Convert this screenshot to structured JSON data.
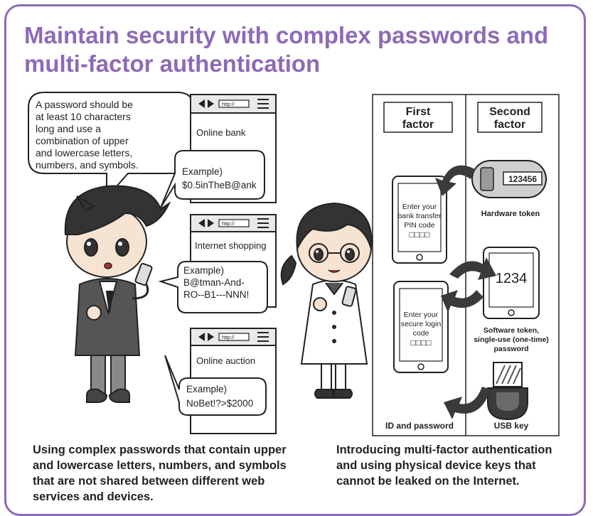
{
  "title_lines": [
    "Maintain security with complex passwords and",
    "multi-factor authentication"
  ],
  "speech": {
    "lines": [
      "A password should be",
      "at least 10 characters",
      "long and use a",
      "combination of upper",
      "and lowercase letters,",
      "numbers, and symbols."
    ]
  },
  "browser_url": "http://",
  "sites": [
    {
      "name": "Online bank",
      "example_label": "Example)",
      "example_lines": [
        "$0.5inTheB@ank"
      ]
    },
    {
      "name": "Internet shopping",
      "example_label": "Example)",
      "example_lines": [
        "B@tman-And-",
        "RO--B1---NNN!"
      ]
    },
    {
      "name": "Online auction",
      "example_label": "Example)",
      "example_lines": [
        "NoBet!?>$2000"
      ]
    }
  ],
  "factors": {
    "first_header": [
      "First",
      "factor"
    ],
    "second_header": [
      "Second",
      "factor"
    ],
    "phone1_lines": [
      "Enter your",
      "bank transfer",
      "PIN code"
    ],
    "phone2_lines": [
      "Enter your",
      "secure login",
      "code"
    ],
    "pin_boxes": "□□□□",
    "hardware_token_code": "123456",
    "hardware_token_label": "Hardware token",
    "software_token_code": "1234",
    "software_token_lines": [
      "Software token,",
      "single-use (one-time)",
      "password"
    ],
    "id_password_label": "ID and password",
    "usb_key_label": "USB key"
  },
  "captions": {
    "left_lines": [
      "Using complex passwords that contain upper",
      "and lowercase letters, numbers, and symbols",
      "that are not shared between different web",
      "services and devices."
    ],
    "right_lines": [
      "Introducing multi-factor authentication",
      "and using physical device keys that",
      "cannot be leaked on the Internet."
    ]
  },
  "colors": {
    "accent": "#8e6ab6",
    "arrow": "#3a3a3a",
    "ink": "#222222"
  }
}
